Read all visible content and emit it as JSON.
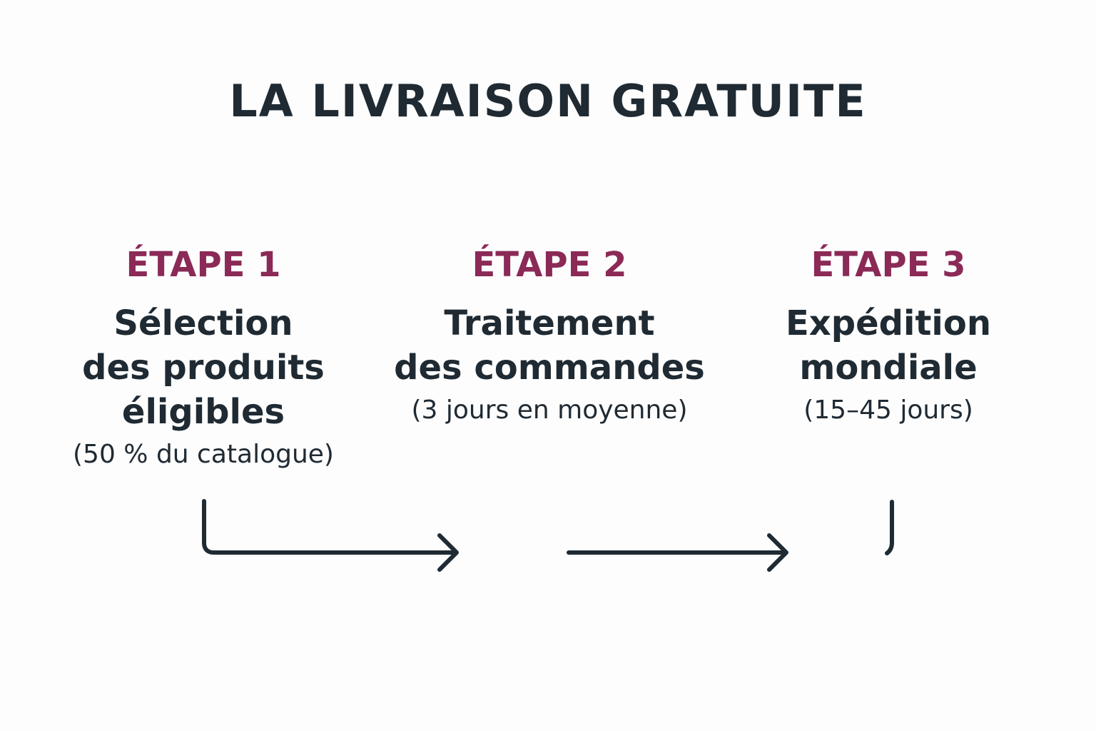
{
  "title": "LA LIVRAISON GRATUITE",
  "colors": {
    "accent": "#8b2a56",
    "text": "#1f2a33"
  },
  "steps": [
    {
      "label": "ÉTAPE 1",
      "name_lines": [
        "Sélection",
        "des produits",
        "éligibles"
      ],
      "sub": "(50 % du catalogue)"
    },
    {
      "label": "ÉTAPE 2",
      "name_lines": [
        "Traitement",
        "des commandes"
      ],
      "sub": "(3 jours en moyenne)"
    },
    {
      "label": "ÉTAPE 3",
      "name_lines": [
        "Expédition",
        "mondiale"
      ],
      "sub": "(15–45 jours)"
    }
  ]
}
